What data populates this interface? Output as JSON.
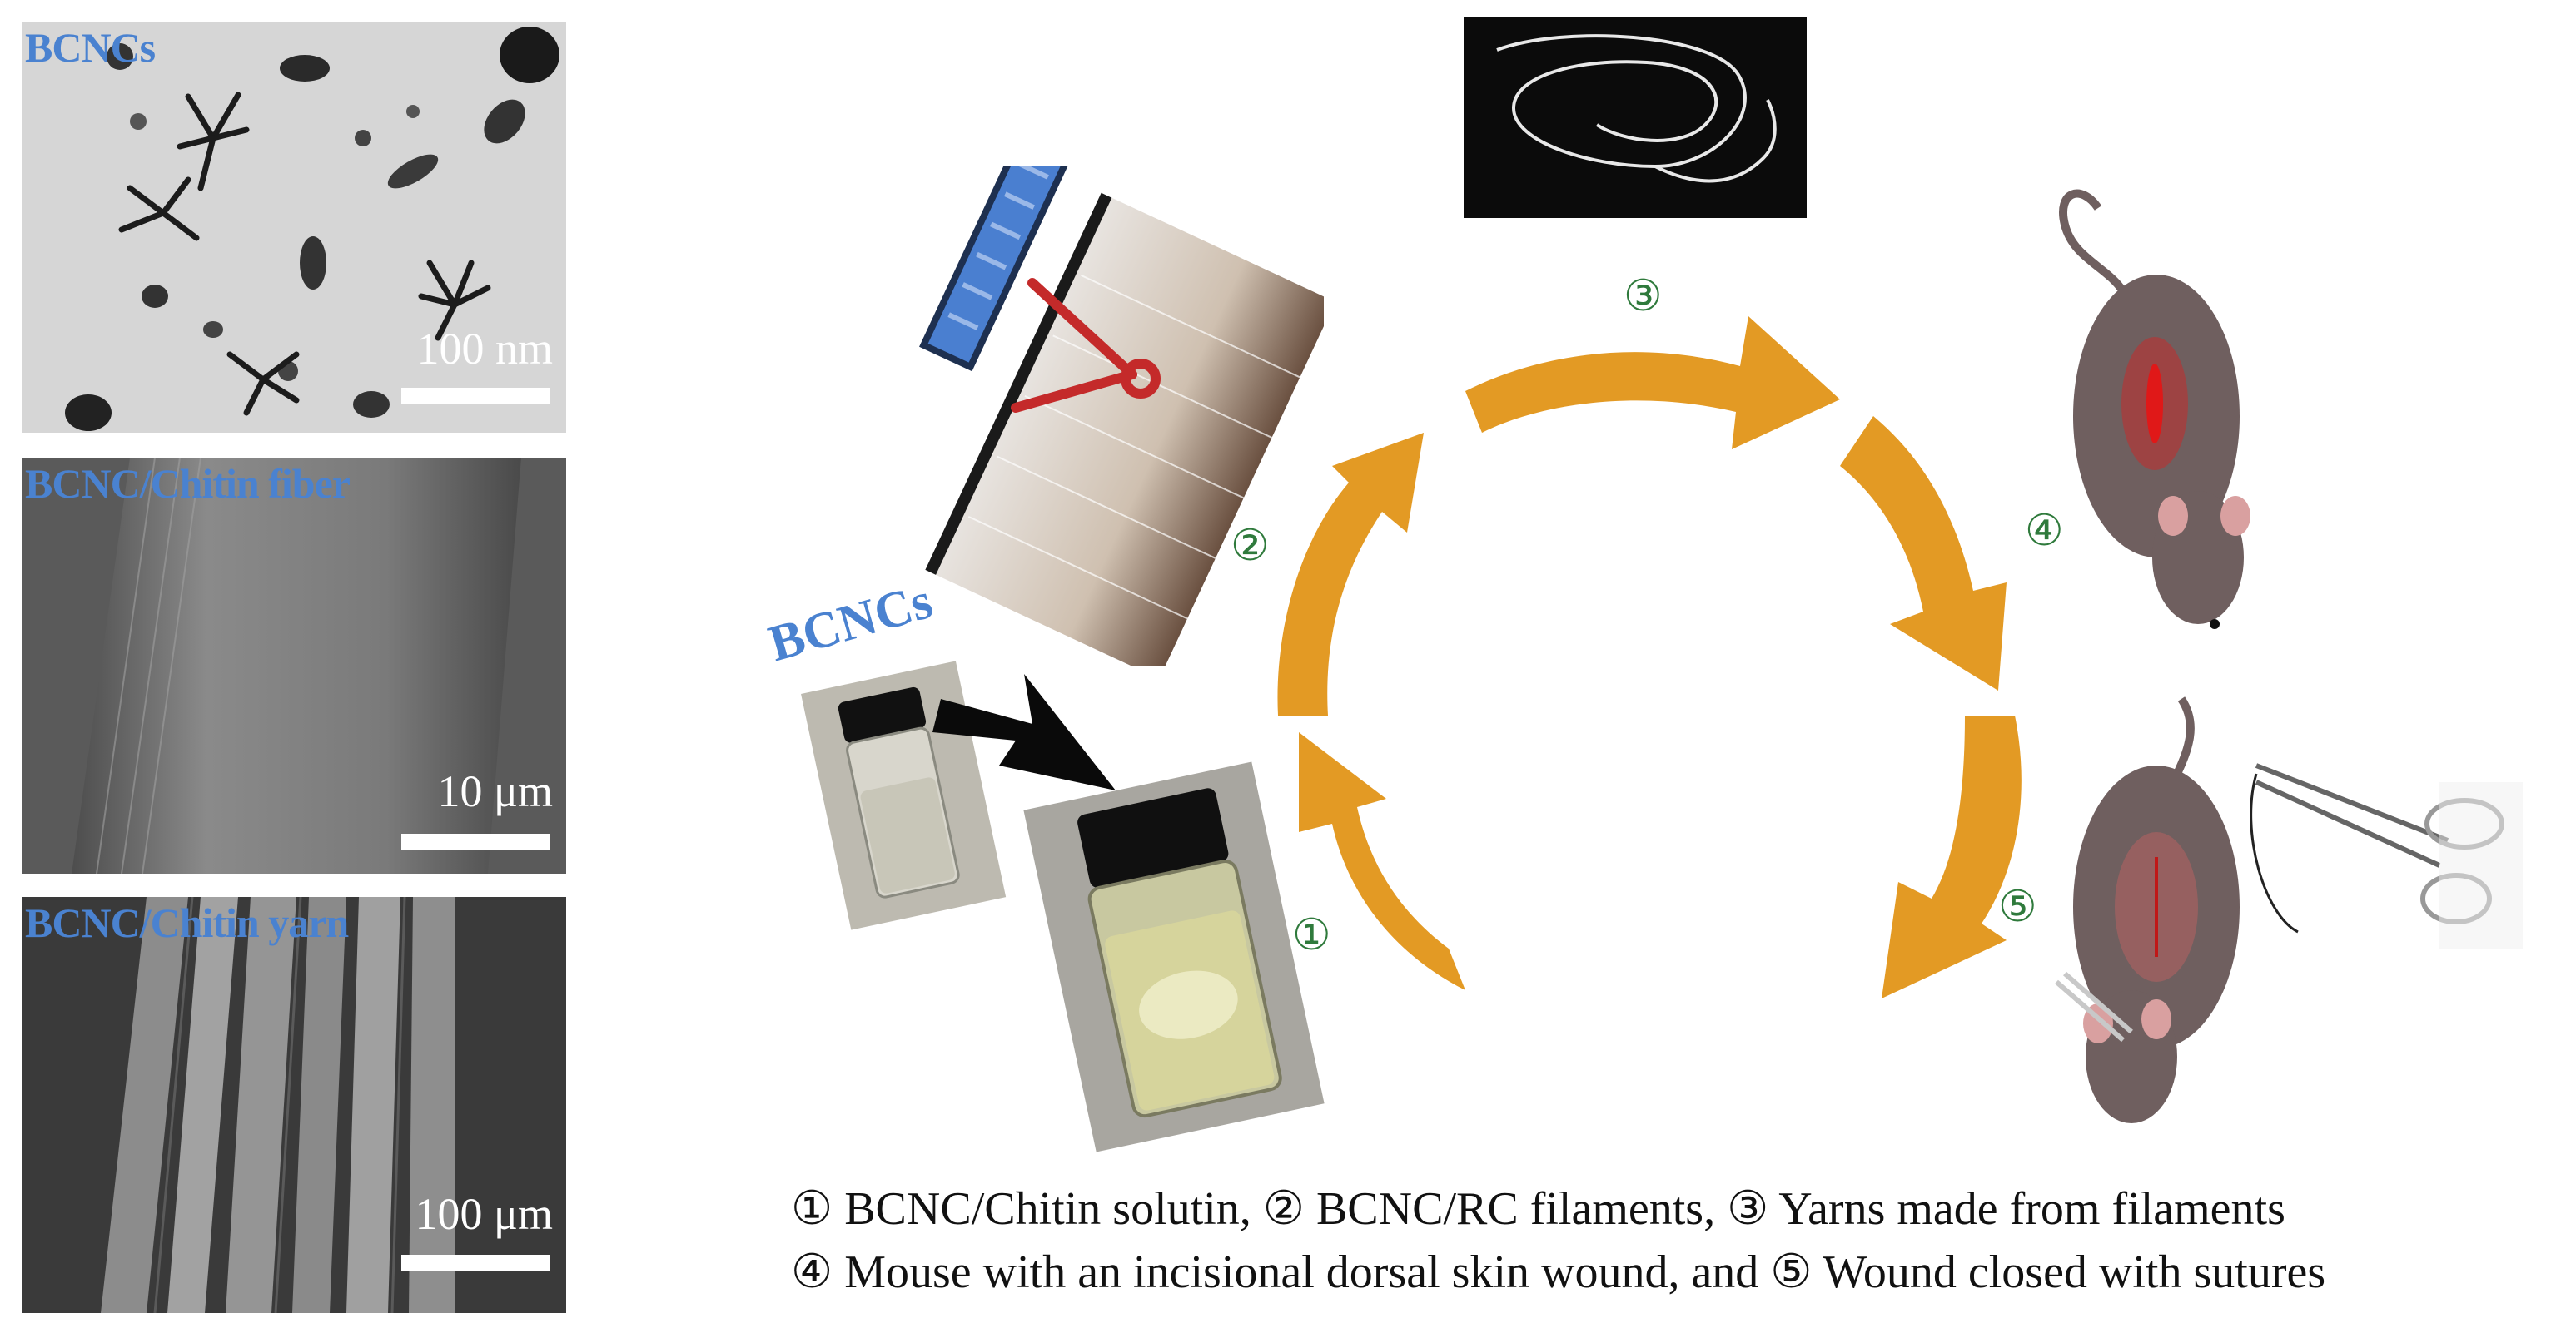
{
  "panels": [
    {
      "title": "BCNCs",
      "scale": "100 nm"
    },
    {
      "title": "BCNC/Chitin fiber",
      "scale": "10 μm"
    },
    {
      "title": "BCNC/Chitin yarn",
      "scale": "100 μm"
    }
  ],
  "vial_label": "BCNCs",
  "steps": [
    "①",
    "②",
    "③",
    "④",
    "⑤"
  ],
  "caption": {
    "line1": "① BCNC/Chitin solutin, ② BCNC/RC filaments, ③ Yarns made from filaments",
    "line2": "④ Mouse with an incisional dorsal skin wound, and ⑤ Wound closed with sutures"
  },
  "colors": {
    "arrow": "#e39a24",
    "label_blue": "#4a82d0",
    "step_green": "#2f7a3c",
    "wound_red": "#d02828",
    "mouse_gray": "#6f5f5f"
  }
}
